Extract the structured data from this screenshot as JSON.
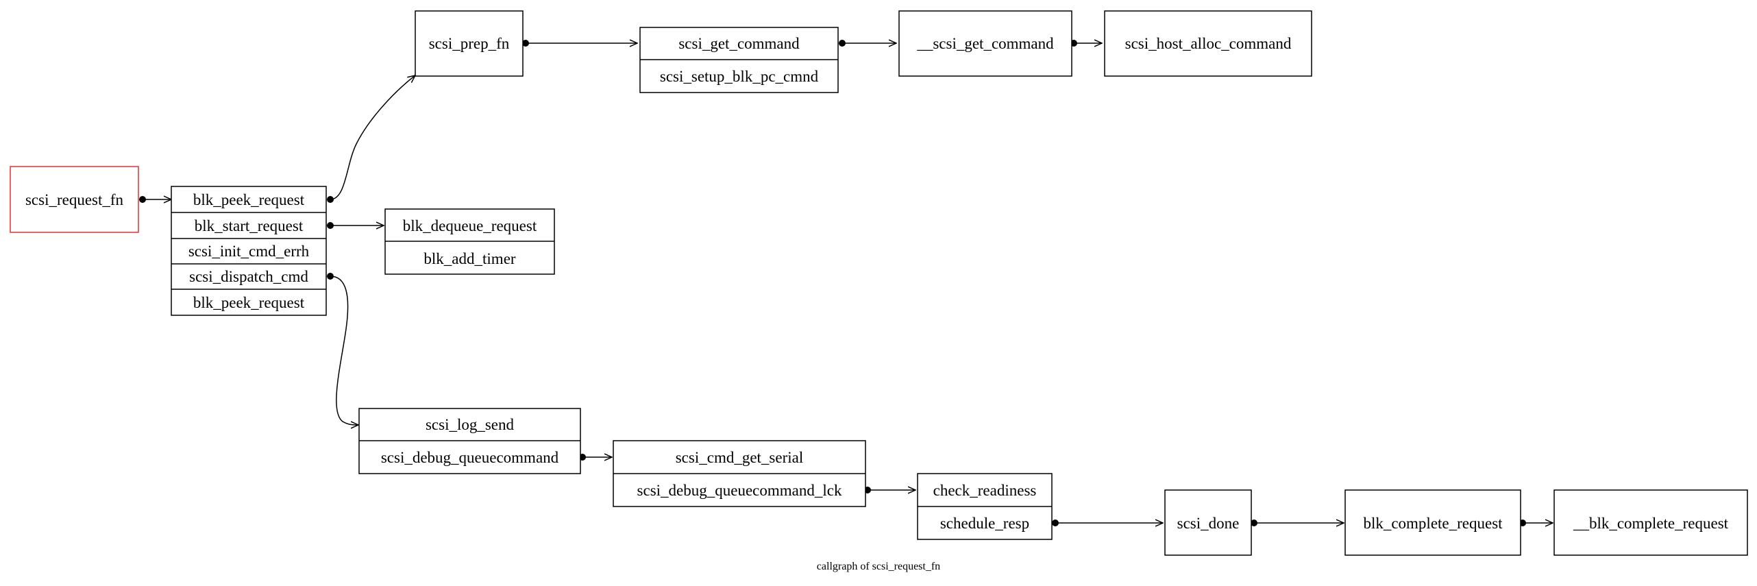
{
  "caption": "callgraph of scsi_request_fn",
  "nodes": {
    "scsi_request_fn": [
      "scsi_request_fn"
    ],
    "scsi_request_fn_callees": [
      "blk_peek_request",
      "blk_start_request",
      "scsi_init_cmd_errh",
      "scsi_dispatch_cmd",
      "blk_peek_request"
    ],
    "scsi_prep_fn": [
      "scsi_prep_fn"
    ],
    "scsi_prep_fn_callees": [
      "scsi_get_command",
      "scsi_setup_blk_pc_cmnd"
    ],
    "scsi_get_command": [
      "__scsi_get_command"
    ],
    "scsi_host_alloc_command": [
      "scsi_host_alloc_command"
    ],
    "blk_start_request_callees": [
      "blk_dequeue_request",
      "blk_add_timer"
    ],
    "scsi_dispatch_cmd_callees": [
      "scsi_log_send",
      "scsi_debug_queuecommand"
    ],
    "scsi_debug_queuecommand_callees": [
      "scsi_cmd_get_serial",
      "scsi_debug_queuecommand_lck"
    ],
    "scsi_debug_queuecommand_lck_callees": [
      "check_readiness",
      "schedule_resp"
    ],
    "scsi_done": [
      "scsi_done"
    ],
    "blk_complete_request": [
      "blk_complete_request"
    ],
    "__blk_complete_request": [
      "__blk_complete_request"
    ]
  },
  "colors": {
    "root_border": "#e8312f",
    "default_border": "#000000"
  }
}
